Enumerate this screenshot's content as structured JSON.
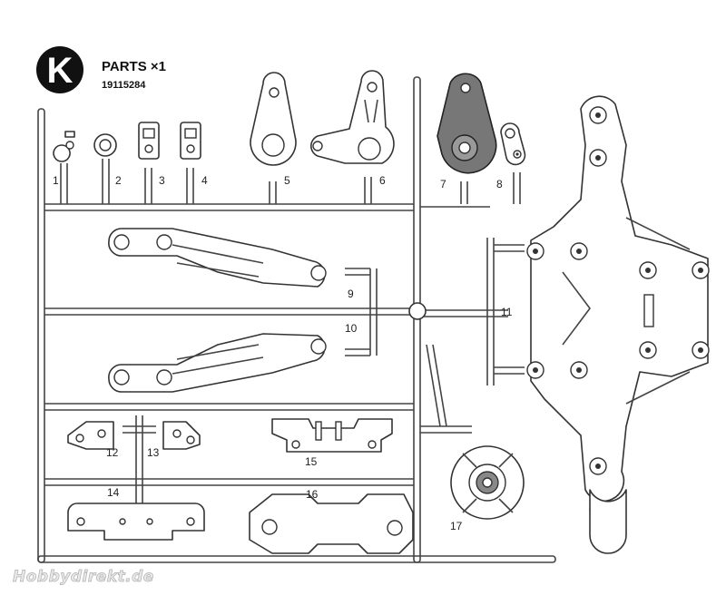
{
  "sprue": {
    "letter": "K",
    "title": "PARTS ×1",
    "code": "19115284"
  },
  "part_numbers": [
    "1",
    "2",
    "3",
    "4",
    "5",
    "6",
    "7",
    "8",
    "9",
    "10",
    "11",
    "12",
    "13",
    "14",
    "15",
    "16",
    "17"
  ],
  "watermark": "Hobbydirekt.de",
  "colors": {
    "line": "#333333",
    "badge": "#111111",
    "part7_fill": "#777777"
  }
}
